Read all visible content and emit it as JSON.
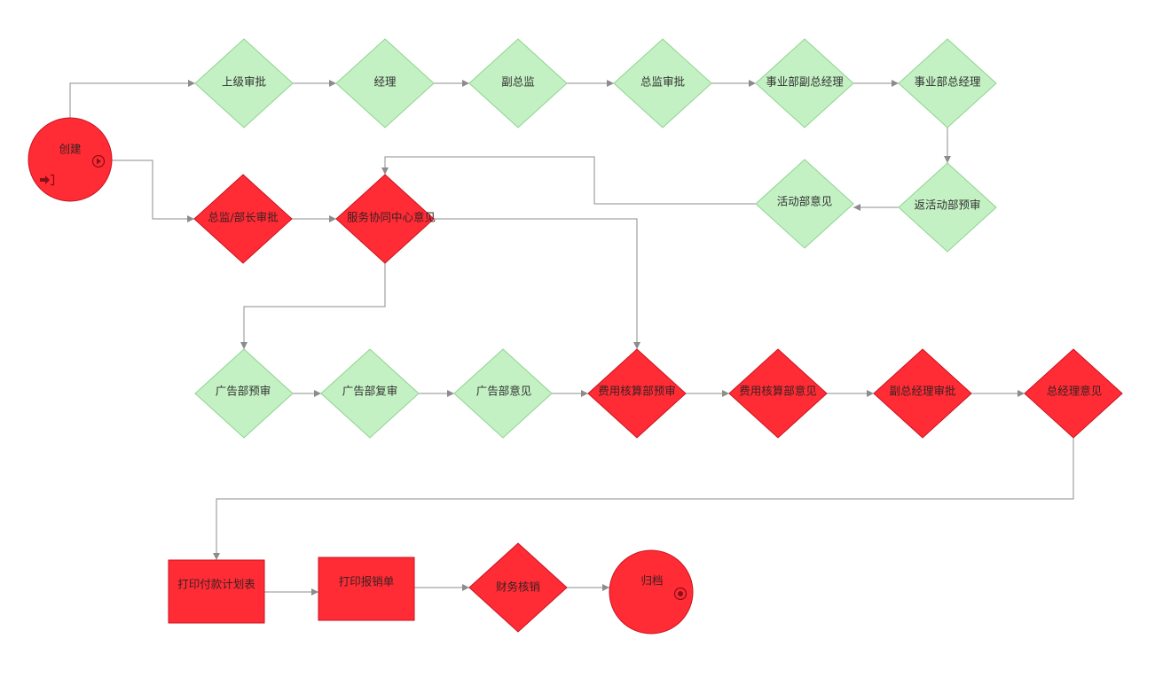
{
  "colors": {
    "green_fill": "#c3f1c3",
    "green_stroke": "#8fd38f",
    "red_fill": "#ff2b35",
    "red_stroke": "#c8141f",
    "edge": "#8c8c8c",
    "label": "#333333",
    "red_label": "#3a2222",
    "icon": "#8a0f18"
  },
  "icons": {
    "start_run": "play-icon",
    "start_entry": "entry-icon",
    "end_stop": "stop-icon"
  },
  "nodes": {
    "create": {
      "label": "创建"
    },
    "superior_approval": {
      "label": "上级审批"
    },
    "manager": {
      "label": "经理"
    },
    "deputy_director": {
      "label": "副总监"
    },
    "director_approval": {
      "label": "总监审批"
    },
    "division_deputy_gm": {
      "label": "事业部副总经理"
    },
    "division_gm": {
      "label": "事业部总经理"
    },
    "return_event_pre_review": {
      "label": "返活动部预审"
    },
    "event_opinion": {
      "label": "活动部意见"
    },
    "director_minister_approval": {
      "label": "总监/部长审批"
    },
    "service_center_opinion": {
      "label": "服务协同中心意见"
    },
    "ad_pre_review": {
      "label": "广告部预审"
    },
    "ad_re_review": {
      "label": "广告部复审"
    },
    "ad_opinion": {
      "label": "广告部意见"
    },
    "cost_pre_review": {
      "label": "费用核算部预审"
    },
    "cost_opinion": {
      "label": "费用核算部意见"
    },
    "deputy_gm_approval": {
      "label": "副总经理审批"
    },
    "gm_opinion": {
      "label": "总经理意见"
    },
    "print_payment_plan": {
      "label": "打印付款计划表"
    },
    "print_expense_form": {
      "label": "打印报销单"
    },
    "finance_writeoff": {
      "label": "财务核销"
    },
    "archive": {
      "label": "归档"
    }
  }
}
